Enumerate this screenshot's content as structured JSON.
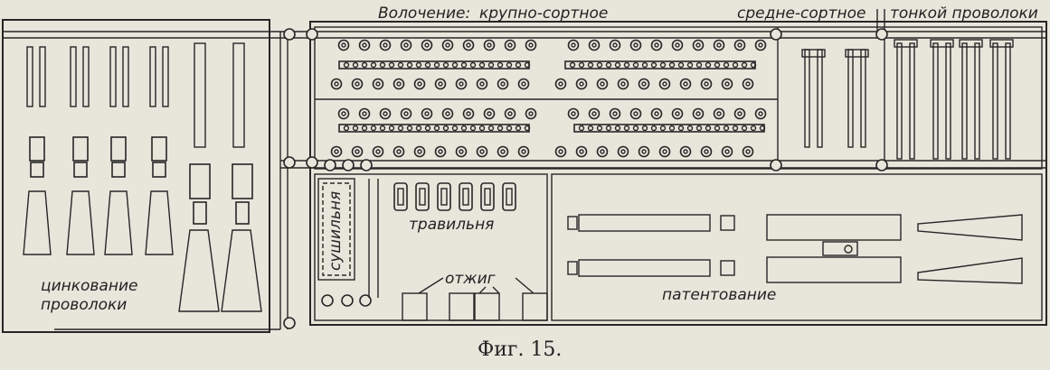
{
  "figure_caption": "Фиг. 15.",
  "sections": {
    "drawing_title": "Волочение:",
    "coarse": "крупно-сортное",
    "medium": "средне-сортное",
    "fine": "тонкой проволоки",
    "galvanizing_line1": "цинкование",
    "galvanizing_line2": "проволоки",
    "drying": "сушильня",
    "pickling": "травильня",
    "annealing": "отжиг",
    "patenting": "патентование"
  },
  "colors": {
    "ink": "#262626",
    "paper": "#e8e5db"
  }
}
